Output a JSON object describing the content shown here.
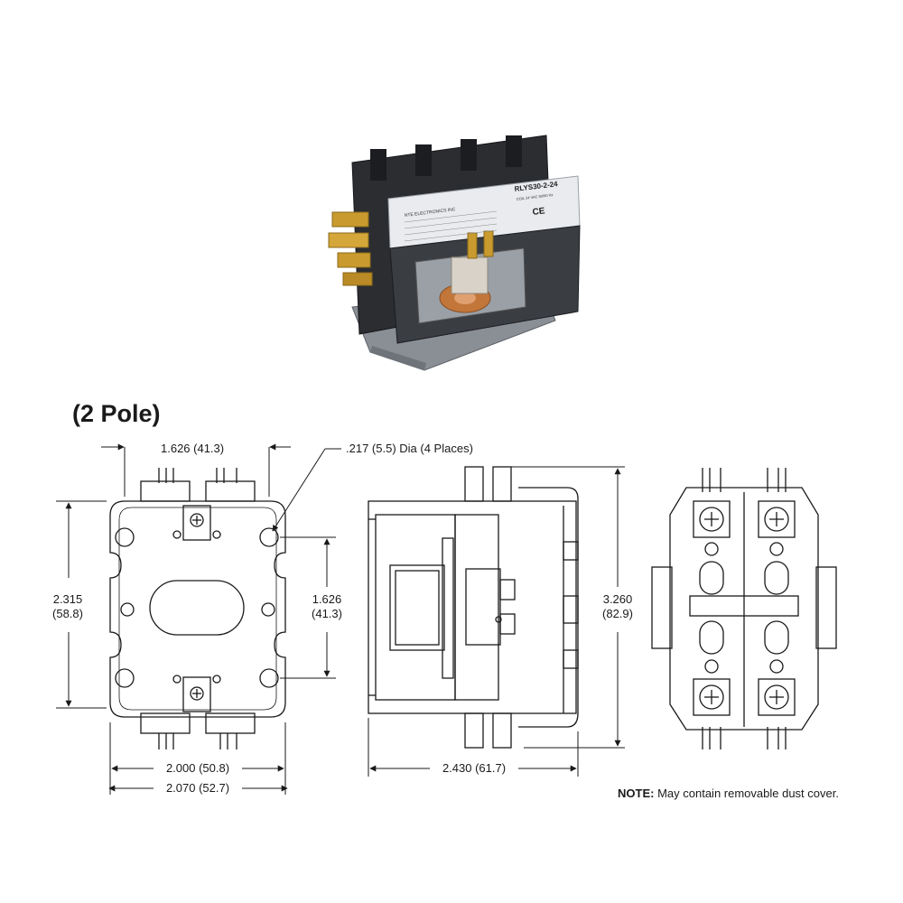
{
  "photo": {
    "label_model": "RLYS30-2-24",
    "label_brand": "NTE ELECTRONICS INC",
    "label_coil": "COIL 24 VAC 50/60 Hz",
    "label_ce": "CE"
  },
  "title": "(2 Pole)",
  "dims": {
    "top_width": "1.626 (41.3)",
    "hole_note": ".217 (5.5) Dia (4 Places)",
    "left_height_a": "2.315",
    "left_height_b": "(58.8)",
    "right_height_a": "1.626",
    "right_height_b": "(41.3)",
    "width_inner": "2.000 (50.8)",
    "width_outer": "2.070 (52.7)",
    "side_width": "2.430 (61.7)",
    "side_height_a": "3.260",
    "side_height_b": "(82.9)"
  },
  "note": {
    "label": "NOTE:",
    "text": "May contain removable dust cover."
  }
}
